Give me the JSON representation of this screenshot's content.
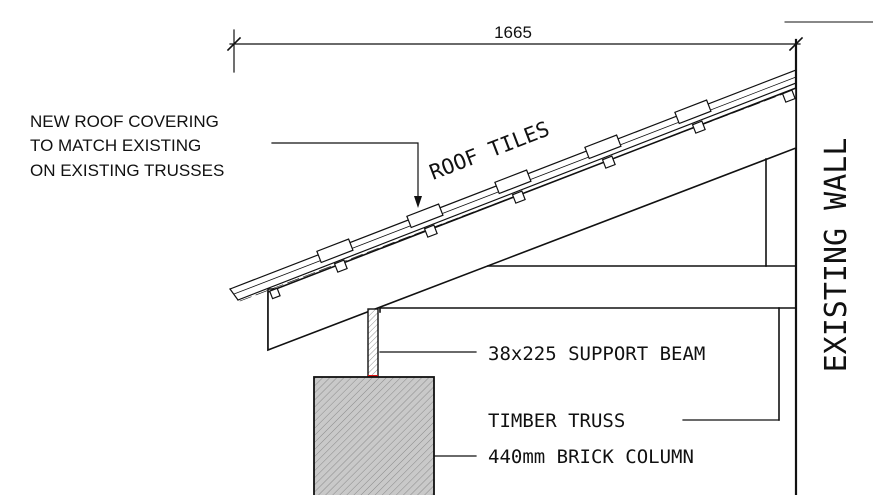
{
  "dimension": {
    "value": "1665"
  },
  "labels": {
    "roof_tiles": "ROOF TILES",
    "existing_wall": "EXISTING WALL",
    "new_roof_covering": [
      "NEW ROOF COVERING",
      "TO MATCH EXISTING",
      "ON EXISTING TRUSSES"
    ],
    "support_beam": "38x225 SUPPORT BEAM",
    "timber_truss": "TIMBER TRUSS",
    "brick_column": "440mm BRICK COLUMN"
  }
}
